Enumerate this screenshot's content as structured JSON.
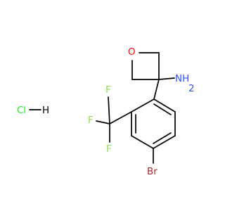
{
  "molecule": {
    "atoms": {
      "oxygen": "O",
      "amine": "NH",
      "amine_h2": "2",
      "fluorine_top": "F",
      "fluorine_left": "F",
      "fluorine_bottom": "F",
      "bromine": "Br",
      "hcl": "Cl",
      "hcl_h": "H"
    },
    "colors": {
      "bond": "#000000",
      "oxygen": "#ff0d0d",
      "nitrogen": "#3050f8",
      "fluorine": "#90e050",
      "bromine": "#a62929",
      "chlorine": "#1ff01f",
      "hydrogen": "#000000"
    }
  }
}
